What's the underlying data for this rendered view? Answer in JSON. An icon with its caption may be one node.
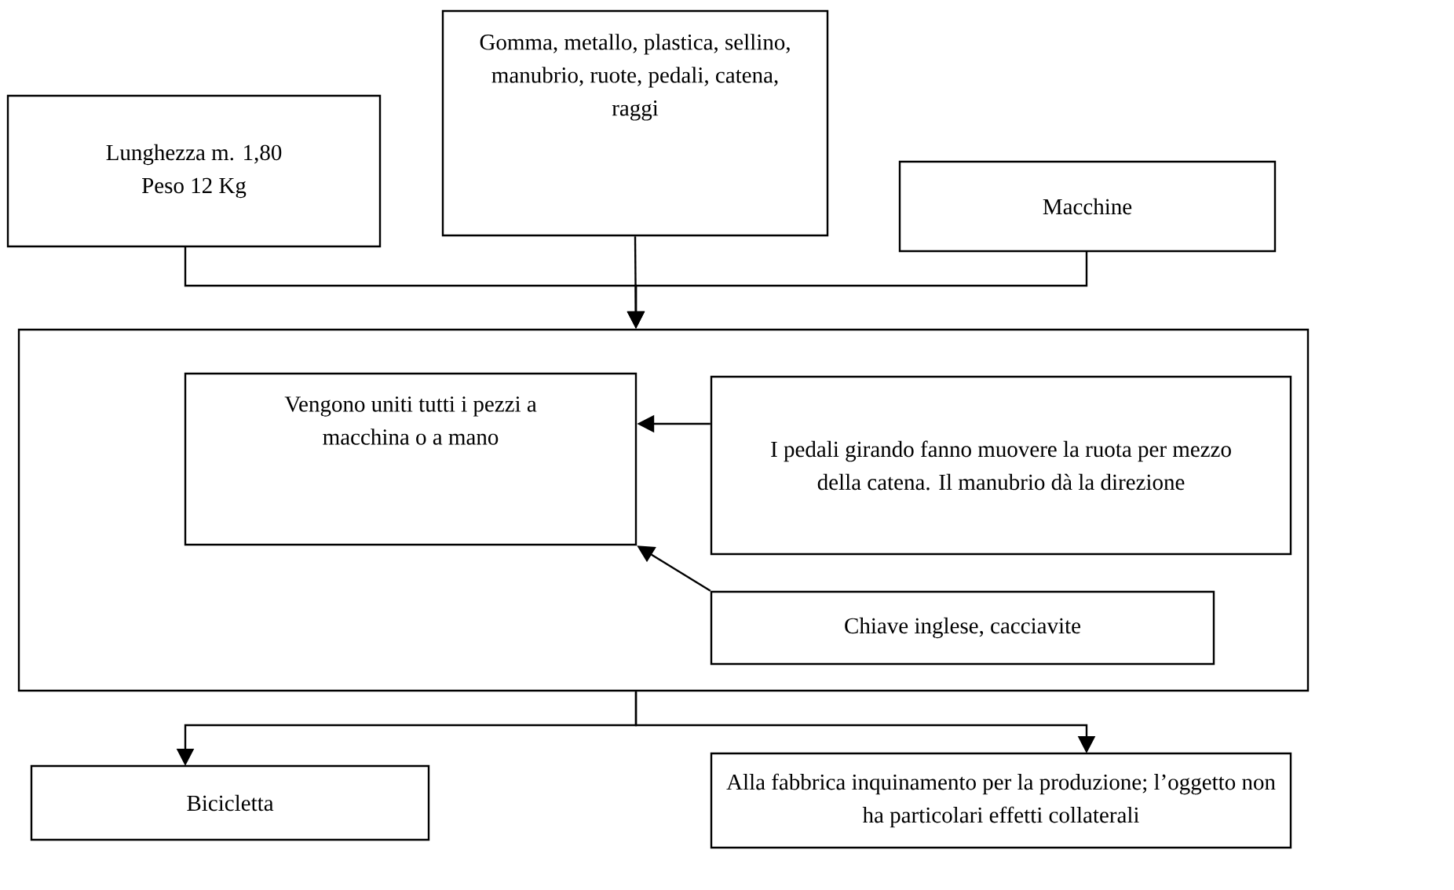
{
  "diagram": {
    "nodes": [
      {
        "text": [
          "Lunghezza m. 1,80 Peso 12 Kg"
        ]
      },
      {
        "text": [
          "Gomma, metallo, plastica, sellino, manubrio, ruote, pedali, catena, raggi"
        ]
      },
      {
        "text": [
          "Macchine"
        ]
      },
      {
        "text": [],
        "shape": "box"
      },
      {
        "text": [
          "Vengono uniti tutti i pezzi a macchina o a mano"
        ],
        "in": 3
      },
      {
        "text": [
          "I pedali girando fanno muovere la ruota per mezzo della catena. Il manubrio dà la direzione"
        ],
        "in": 3
      },
      {
        "text": [
          "Chiave inglese, cacciavite"
        ],
        "in": 3
      },
      {
        "text": [
          "Bicicletta"
        ]
      },
      {
        "text": [
          "Alla fabbrica inquinamento per la produzione; l’oggetto non ha particolari effetti collaterali"
        ]
      }
    ],
    "edges": [
      {
        "from": 0,
        "to": 3,
        "arrow": "to"
      },
      {
        "from": 1,
        "to": 3,
        "arrow": "to"
      },
      {
        "from": 2,
        "to": 3,
        "arrow": "to"
      },
      {
        "from": 5,
        "to": 4,
        "arrow": "to"
      },
      {
        "from": 6,
        "to": 4,
        "arrow": "to"
      },
      {
        "from": 3,
        "to": 7,
        "arrow": "to"
      },
      {
        "from": 3,
        "to": 8,
        "arrow": "to"
      }
    ]
  }
}
